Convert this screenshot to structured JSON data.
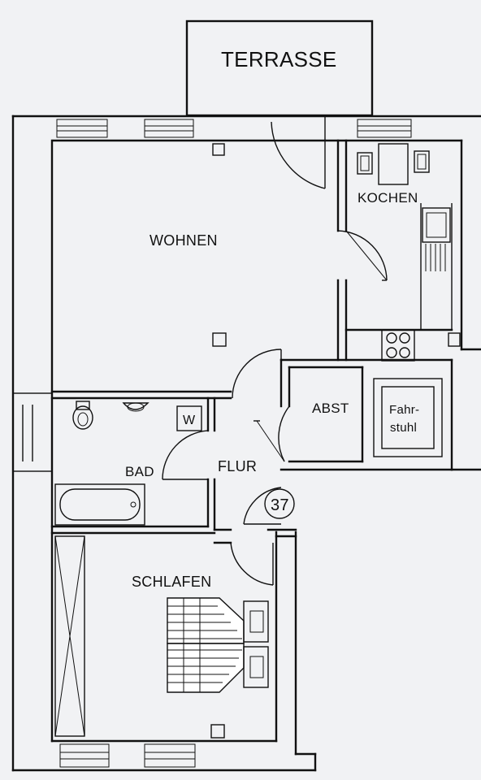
{
  "plan": {
    "rooms": {
      "terrasse": "TERRASSE",
      "wohnen": "WOHNEN",
      "kochen": "KOCHEN",
      "abst": "ABST",
      "bad": "BAD",
      "flur": "FLUR",
      "schlafen": "SCHLAFEN"
    },
    "symbols": {
      "washer": "W",
      "elevator_line1": "Fahr-",
      "elevator_line2": "stuhl",
      "unit_number": "37"
    }
  }
}
